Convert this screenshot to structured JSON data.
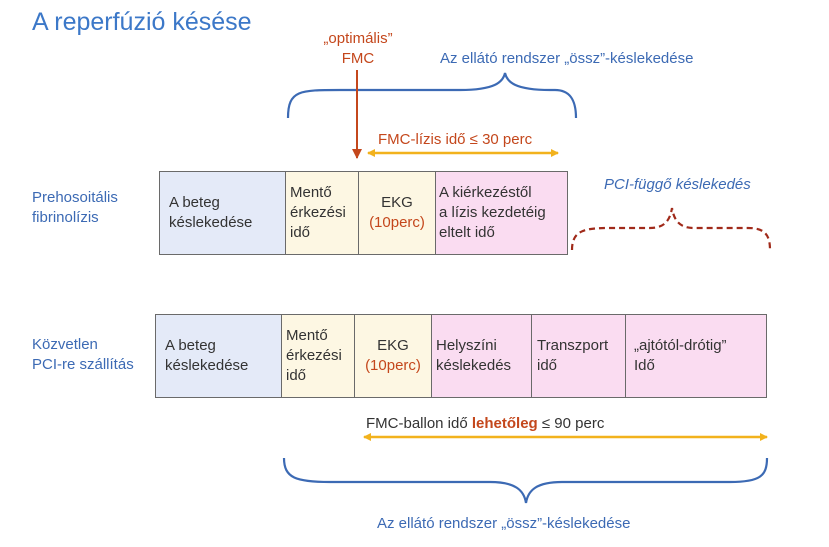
{
  "title": "A reperfúzió késése",
  "fmc": {
    "line1": "„optimális”",
    "line2": "FMC"
  },
  "top_system": "Az ellátó rendszer „össz”-késlekedése",
  "fmc_lysis": "FMC-lízis idő ≤ 30 perc",
  "pci_dependent": "PCI-függő késlekedés",
  "row1": {
    "label": [
      "Prehosoitális",
      "fibrinolízis"
    ],
    "boxes": {
      "patient": [
        "A beteg",
        "késlekedése"
      ],
      "ambulance": [
        "Mentő",
        "érkezési",
        "idő"
      ],
      "ecg": [
        "EKG",
        "(10perc)"
      ],
      "lysis": [
        "A kiérkezéstől",
        "a lízis kezdetéig",
        "eltelt idő"
      ]
    }
  },
  "row2": {
    "label": [
      "Közvetlen",
      "PCI-re szállítás"
    ],
    "boxes": {
      "patient": [
        "A beteg",
        "késlekedése"
      ],
      "ambulance": [
        "Mentő",
        "érkezési",
        "idő"
      ],
      "ecg": [
        "EKG",
        "(10perc)"
      ],
      "scene": [
        "Helyszíni",
        "késlekedés"
      ],
      "transport": [
        "Transzport",
        "idő"
      ],
      "door": [
        "„ajtótól-drótig”",
        "Idő"
      ]
    }
  },
  "balloon": {
    "prefix": "FMC-ballon idő ",
    "bold": "lehetőleg",
    "suffix": " ≤ 90 perc"
  },
  "bottom_system": "Az ellátó rendszer „össz”-késlekedése",
  "colors": {
    "title": "#3c78c8",
    "label": "#3c6ab4",
    "fmc_red": "#c4471c",
    "arrow_orange": "#f2b21d",
    "lavender": "#e4eaf8",
    "cream": "#fdf7e3",
    "pink": "#fadcf1"
  }
}
